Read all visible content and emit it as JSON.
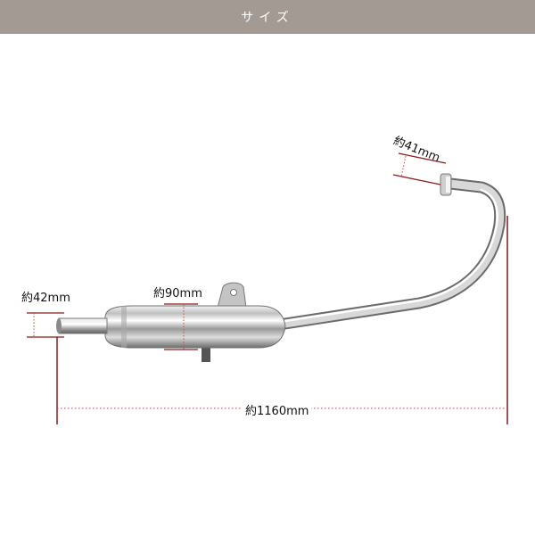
{
  "header": {
    "title": "サイズ",
    "color": "#a39a94"
  },
  "product": {
    "name_icon": "exhaust-muffler-pipe"
  },
  "dimensions": {
    "outlet_diameter": "約42mm",
    "muffler_diameter": "約90mm",
    "flange_diameter": "約41mm",
    "total_length": "約1160mm"
  },
  "colors": {
    "dimension_line": "#8b1a1a",
    "dotted_line": "#c84a4a"
  }
}
